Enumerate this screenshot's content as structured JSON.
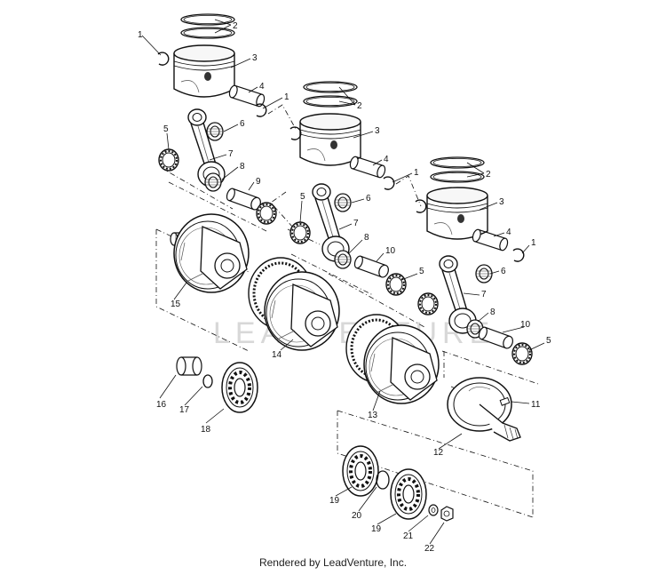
{
  "footer_text": "Rendered by LeadVenture, Inc.",
  "watermark_text": "LEADVENTURE",
  "callouts": {
    "c1a": "1",
    "c2a": "2",
    "c3a": "3",
    "c4a": "4",
    "c1b": "1",
    "c2b": "2",
    "c3b": "3",
    "c4b": "4",
    "c1c": "1",
    "c2c": "2",
    "c3c": "3",
    "c4c": "4",
    "c5a": "5",
    "c6a": "6",
    "c7a": "7",
    "c8a": "8",
    "c9a": "9",
    "c5b": "5",
    "c6b": "6",
    "c7b": "7",
    "c8b": "8",
    "c10a": "10",
    "c5c": "5",
    "c6c": "6",
    "c7c": "7",
    "c8c": "8",
    "c10b": "10",
    "c5d": "5",
    "c11": "11",
    "c12": "12",
    "c13": "13",
    "c14": "14",
    "c15": "15",
    "c16": "16",
    "c17": "17",
    "c18": "18",
    "c19a": "19",
    "c19b": "19",
    "c20": "20",
    "c21": "21",
    "c22": "22"
  }
}
